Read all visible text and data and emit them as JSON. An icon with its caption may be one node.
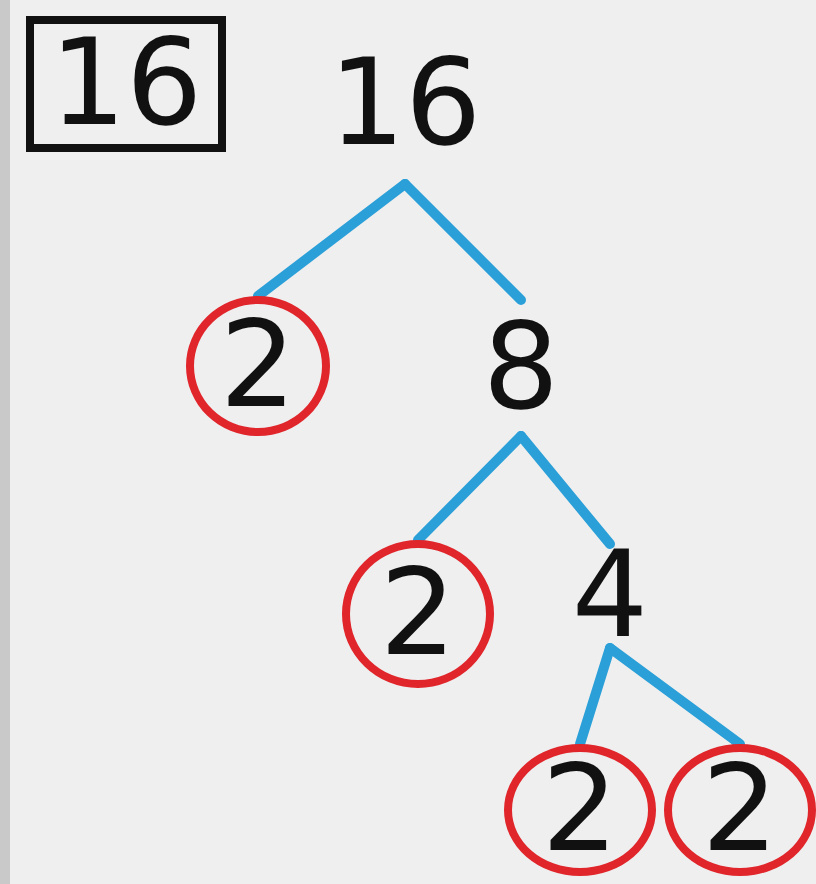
{
  "diagram": {
    "nodes": [
      {
        "text": [
          "16"
        ]
      },
      {
        "text": [
          "16"
        ]
      },
      {
        "text": [
          "2"
        ]
      },
      {
        "text": [
          "8"
        ]
      },
      {
        "text": [
          "2"
        ]
      },
      {
        "text": [
          "4"
        ]
      },
      {
        "text": [
          "2"
        ]
      },
      {
        "text": [
          "2"
        ]
      }
    ],
    "edges": [
      {
        "from": 1,
        "to": 2,
        "arrow": "none"
      },
      {
        "from": 1,
        "to": 3,
        "arrow": "none"
      },
      {
        "from": 3,
        "to": 4,
        "arrow": "none"
      },
      {
        "from": 3,
        "to": 5,
        "arrow": "none"
      },
      {
        "from": 5,
        "to": 6,
        "arrow": "none"
      },
      {
        "from": 5,
        "to": 7,
        "arrow": "none"
      }
    ]
  }
}
